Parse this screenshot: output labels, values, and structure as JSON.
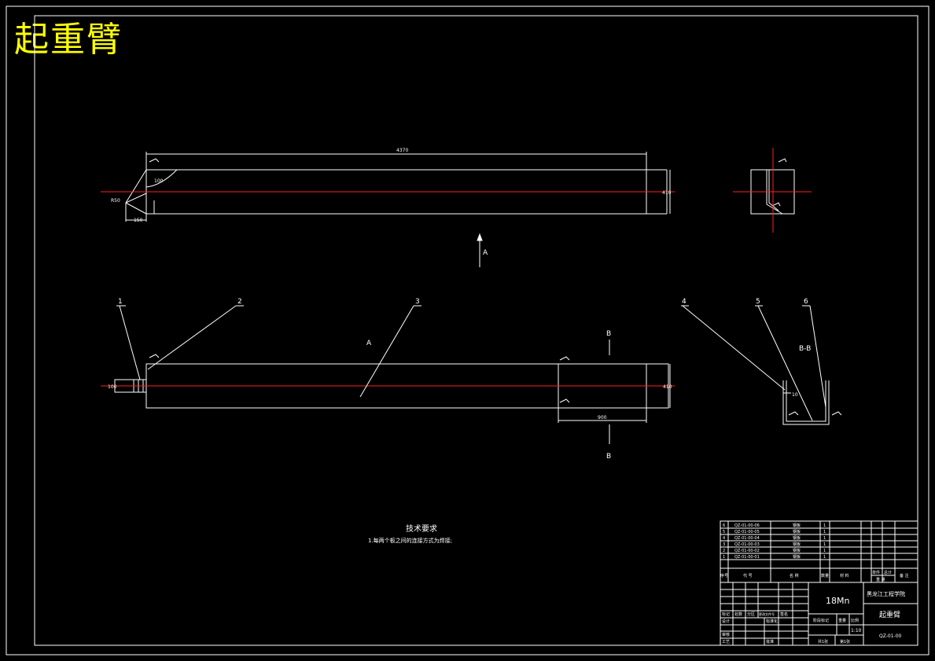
{
  "drawing": {
    "title": "起重臂",
    "colors": {
      "background": "#000000",
      "line": "#ffffff",
      "centerline": "#ff2020",
      "title": "#ffff00"
    }
  },
  "top_view": {
    "dim_length": "4370",
    "dim_height": "410",
    "dim_small_1": "R50",
    "dim_small_2": "100",
    "dim_small_3": "150"
  },
  "side_section": {
    "label": ""
  },
  "view_arrow_label": "A",
  "front_view": {
    "label_a": "A",
    "label_b_top": "B",
    "label_b_bottom": "B",
    "section_label": "B-B",
    "dim_height": "410",
    "dim_segment": "900",
    "dim_left": "100",
    "dim_section": "10",
    "callouts": [
      "1",
      "2",
      "3",
      "4",
      "5",
      "6"
    ]
  },
  "notes": {
    "title": "技术要求",
    "line1": "1.每两个板之间的连接方式为焊接;"
  },
  "bom": {
    "rows": [
      {
        "no": "6",
        "code": "QZ-01-00-06",
        "name": "钢板",
        "qty": "1"
      },
      {
        "no": "5",
        "code": "QZ-01-00-05",
        "name": "钢板",
        "qty": "1"
      },
      {
        "no": "4",
        "code": "QZ-01-00-04",
        "name": "钢板",
        "qty": "1"
      },
      {
        "no": "3",
        "code": "QZ-01-00-03",
        "name": "钢板",
        "qty": "1"
      },
      {
        "no": "2",
        "code": "QZ-01-00-02",
        "name": "钢板",
        "qty": "1"
      },
      {
        "no": "1",
        "code": "QZ-01-00-01",
        "name": "钢板",
        "qty": "1"
      }
    ],
    "header": {
      "no": "序号",
      "code": "代 号",
      "name": "名 称",
      "qty": "数量",
      "material": "材 料",
      "unit_w": "单件",
      "total_w": "总计",
      "weight": "重 量",
      "remark": "备 注"
    }
  },
  "title_block": {
    "material": "18Mn",
    "school": "黑龙江工程学院",
    "part_name": "起重臂",
    "drawing_no": "QZ-01-00",
    "scale": "1:10",
    "mark": "阶段标记",
    "weight_label": "重量",
    "scale_label": "比例",
    "sheets": "共1张",
    "sheet": "第1张",
    "rev_labels": [
      "标记",
      "处数",
      "分区",
      "更改文件号",
      "签名"
    ],
    "roles": [
      "设计",
      "审核",
      "工艺"
    ],
    "std_label": "标准化",
    "approve_label": "批准"
  }
}
